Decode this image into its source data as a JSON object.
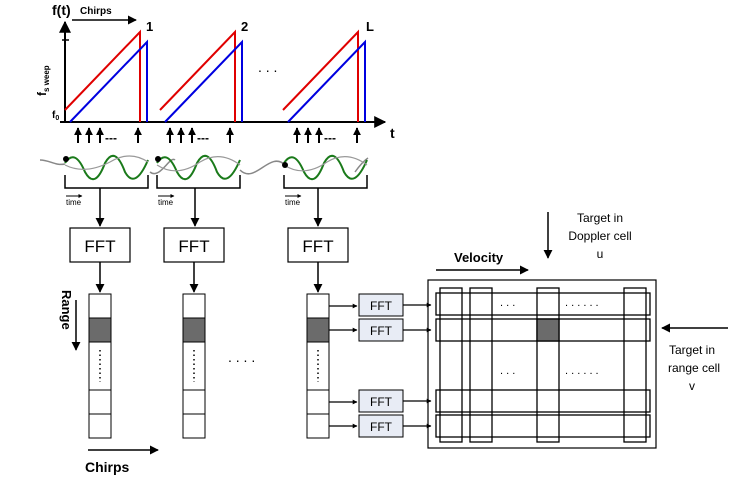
{
  "colors": {
    "up_chirp_tx": "#e00000",
    "up_chirp_rx": "#0000e0",
    "sine_wave": "#1a7a1a",
    "envelope": "#888888",
    "highlight_cell": "#6b6b6b",
    "small_fft_fill": "#e8ecf5",
    "line": "#000000"
  },
  "plot": {
    "y_axis_label": "f(t)",
    "x_axis_label": "t",
    "chirps_label": "Chirps",
    "fsweep_label": "f",
    "fsweep_sub": "s weep",
    "f0_label": "f",
    "f0_sub": "0",
    "chirp_numbers": [
      "1",
      "2",
      "L"
    ],
    "dots": ". . ."
  },
  "sampling": {
    "time_label": "time",
    "dashes": "---"
  },
  "fft": {
    "label": "FFT",
    "small_label": "FFT"
  },
  "matrix": {
    "range_label": "Range",
    "chirps_label": "Chirps",
    "dots_between_columns": ". . . .",
    "vertical_dots": "⋮"
  },
  "doppler_grid": {
    "velocity_label": "Velocity",
    "top_dots": ". . .",
    "top_dots2": ". . . . . .",
    "mid_dots": ". . .",
    "mid_dots2": ". . . . . ."
  },
  "annotations": {
    "target_doppler": [
      "Target in",
      "Doppler cell",
      "u"
    ],
    "target_range": [
      "Target in",
      "range cell",
      "v"
    ]
  }
}
